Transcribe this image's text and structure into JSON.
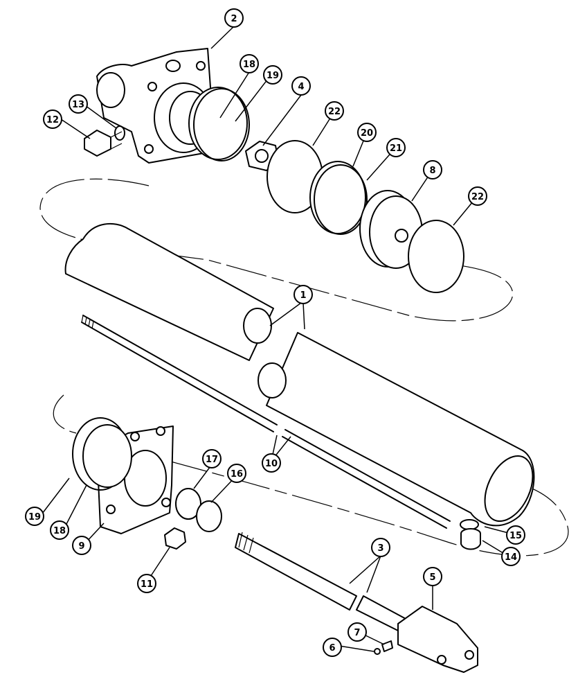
{
  "callouts": [
    {
      "id": "c1",
      "label": "1"
    },
    {
      "id": "c2",
      "label": "2"
    },
    {
      "id": "c3",
      "label": "3"
    },
    {
      "id": "c4",
      "label": "4"
    },
    {
      "id": "c5",
      "label": "5"
    },
    {
      "id": "c6",
      "label": "6"
    },
    {
      "id": "c7",
      "label": "7"
    },
    {
      "id": "c8",
      "label": "8"
    },
    {
      "id": "c9",
      "label": "9"
    },
    {
      "id": "c10",
      "label": "10"
    },
    {
      "id": "c11",
      "label": "11"
    },
    {
      "id": "c12",
      "label": "12"
    },
    {
      "id": "c13",
      "label": "13"
    },
    {
      "id": "c14",
      "label": "14"
    },
    {
      "id": "c15",
      "label": "15"
    },
    {
      "id": "c16",
      "label": "16"
    },
    {
      "id": "c17",
      "label": "17"
    },
    {
      "id": "c18a",
      "label": "18"
    },
    {
      "id": "c19a",
      "label": "19"
    },
    {
      "id": "c20",
      "label": "20"
    },
    {
      "id": "c21",
      "label": "21"
    },
    {
      "id": "c22a",
      "label": "22"
    },
    {
      "id": "c22b",
      "label": "22"
    },
    {
      "id": "c19b",
      "label": "19"
    },
    {
      "id": "c18b",
      "label": "18"
    }
  ]
}
